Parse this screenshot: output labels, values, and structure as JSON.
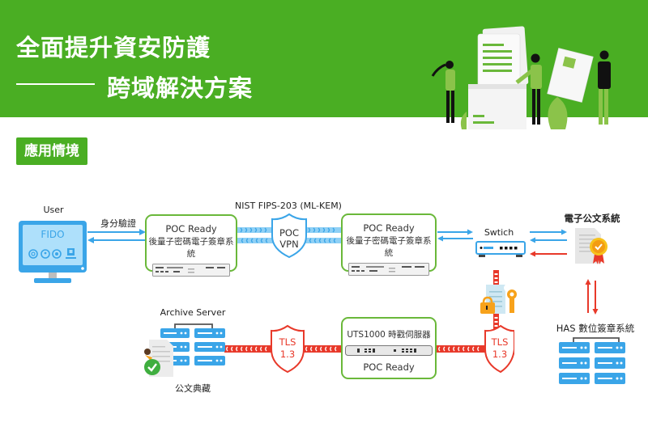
{
  "header": {
    "title_line1": "全面提升資安防護",
    "title_line2": "跨域解決方案",
    "illustration": "people-handling-documents-illustration"
  },
  "section": {
    "tag": "應用情境"
  },
  "diagram": {
    "user": {
      "label": "User",
      "screen_text": "FIDO",
      "icons": [
        "fingerprint-icon",
        "face-id-icon",
        "token-icon",
        "security-key-icon"
      ]
    },
    "auth_arrow_label": "身分驗證",
    "crypto_standard_label": "NIST FIPS-203 (ML-KEM)",
    "device_left": {
      "title": "POC Ready",
      "subtitle": "後量子密碼電子簽章系統"
    },
    "vpn_shield": {
      "line1": "POC",
      "line2": "VPN"
    },
    "device_right": {
      "title": "POC Ready",
      "subtitle": "後量子密碼電子簽章系統"
    },
    "switch": {
      "label": "Swtich"
    },
    "edoc_system": {
      "label": "電子公文系統"
    },
    "has_system": {
      "label": "HAS 數位簽章系統"
    },
    "archive_server": {
      "label": "Archive Server",
      "caption": "公文典藏"
    },
    "tls_left": {
      "line1": "TLS",
      "line2": "1.3"
    },
    "tls_right": {
      "line1": "TLS",
      "line2": "1.3"
    },
    "uts_box": {
      "title": "UTS1000 時戳伺服器",
      "footer": "POC Ready"
    },
    "colors": {
      "brand_green": "#4aae23",
      "box_border": "#6ab83a",
      "link_blue": "#3aa5e8",
      "tls_red": "#e8392a",
      "accent_orange": "#f7a21b"
    }
  }
}
